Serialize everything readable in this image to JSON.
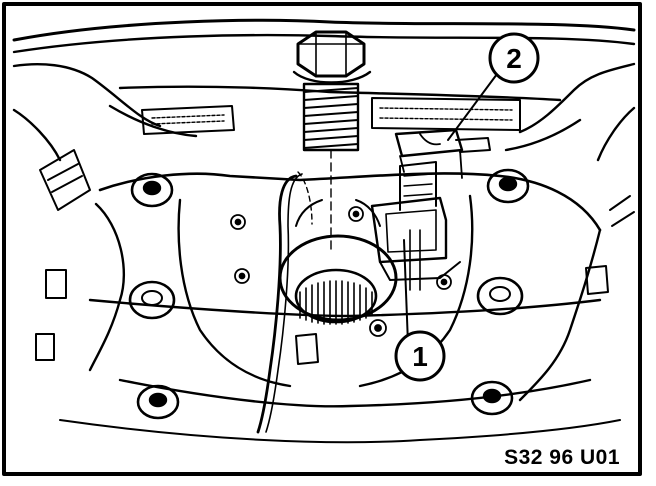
{
  "diagram": {
    "callouts": [
      {
        "id": "1",
        "label": "1"
      },
      {
        "id": "2",
        "label": "2"
      }
    ],
    "reference_code": "S32 96 U01",
    "colors": {
      "ink": "#000000",
      "paper": "#ffffff"
    }
  }
}
